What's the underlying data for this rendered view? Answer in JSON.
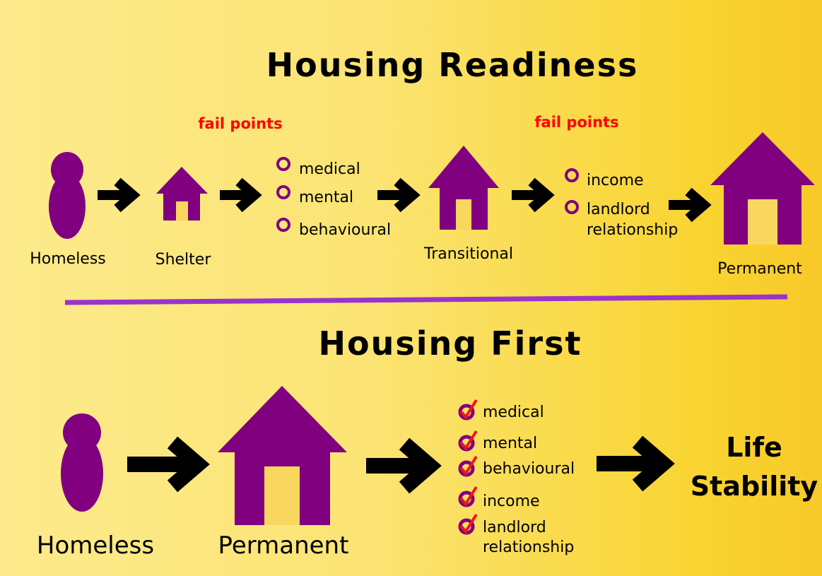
{
  "colors": {
    "purple": "#800080",
    "fail_red": "#ff0000",
    "divider": "#9933cc",
    "door": "#f9d65e",
    "check_red": "#e81818"
  },
  "readiness": {
    "title": "Housing Readiness",
    "fail_points_1": "fail points",
    "fail_points_2": "fail points",
    "stages": {
      "homeless": "Homeless",
      "shelter": "Shelter",
      "transitional": "Transitional",
      "permanent": "Permanent"
    },
    "barriers_1": [
      "medical",
      "mental",
      "behavioural"
    ],
    "barriers_2": [
      "income",
      "landlord",
      "relationship"
    ]
  },
  "first": {
    "title": "Housing First",
    "stages": {
      "homeless": "Homeless",
      "permanent": "Permanent"
    },
    "services": [
      "medical",
      "mental",
      "behavioural",
      "income",
      "landlord",
      "relationship"
    ],
    "outcome_line1": "Life",
    "outcome_line2": "Stability"
  },
  "icons": {
    "person": "person-icon",
    "house": "house-icon",
    "arrow": "arrow-right-icon",
    "bullet": "circle-bullet-icon",
    "check": "checkmark-icon"
  }
}
